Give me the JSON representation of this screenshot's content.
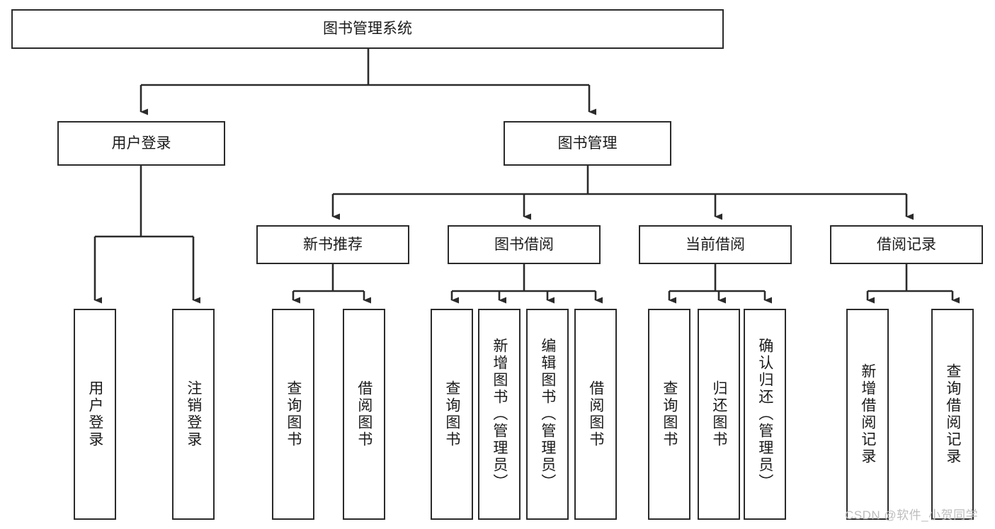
{
  "diagram": {
    "title": "图书管理系统",
    "type": "tree-hierarchy-diagram",
    "colors": {
      "box_border": "#2b2b2b",
      "box_fill": "#ffffff",
      "line": "#2b2b2b",
      "text": "#1b1b1b",
      "watermark": "#bdbdbd"
    },
    "root": {
      "label": "图书管理系统"
    },
    "level1": [
      {
        "label": "用户登录"
      },
      {
        "label": "图书管理"
      }
    ],
    "level2": [
      {
        "label": "新书推荐"
      },
      {
        "label": "图书借阅"
      },
      {
        "label": "当前借阅"
      },
      {
        "label": "借阅记录"
      }
    ],
    "leaves": {
      "user_login": [
        {
          "label": "用户登录"
        },
        {
          "label": "注销登录"
        }
      ],
      "new_book_recommend": [
        {
          "label": "查询图书"
        },
        {
          "label": "借阅图书"
        }
      ],
      "book_borrow": [
        {
          "label": "查询图书"
        },
        {
          "label": "新增图书（管理员）"
        },
        {
          "label": "编辑图书（管理员）"
        },
        {
          "label": "借阅图书"
        }
      ],
      "current_borrow": [
        {
          "label": "查询图书"
        },
        {
          "label": "归还图书"
        },
        {
          "label": "确认归还（管理员）"
        }
      ],
      "borrow_record": [
        {
          "label": "新增借阅记录"
        },
        {
          "label": "查询借阅记录"
        }
      ]
    },
    "watermark": "CSDN @软件_小贺同学"
  }
}
